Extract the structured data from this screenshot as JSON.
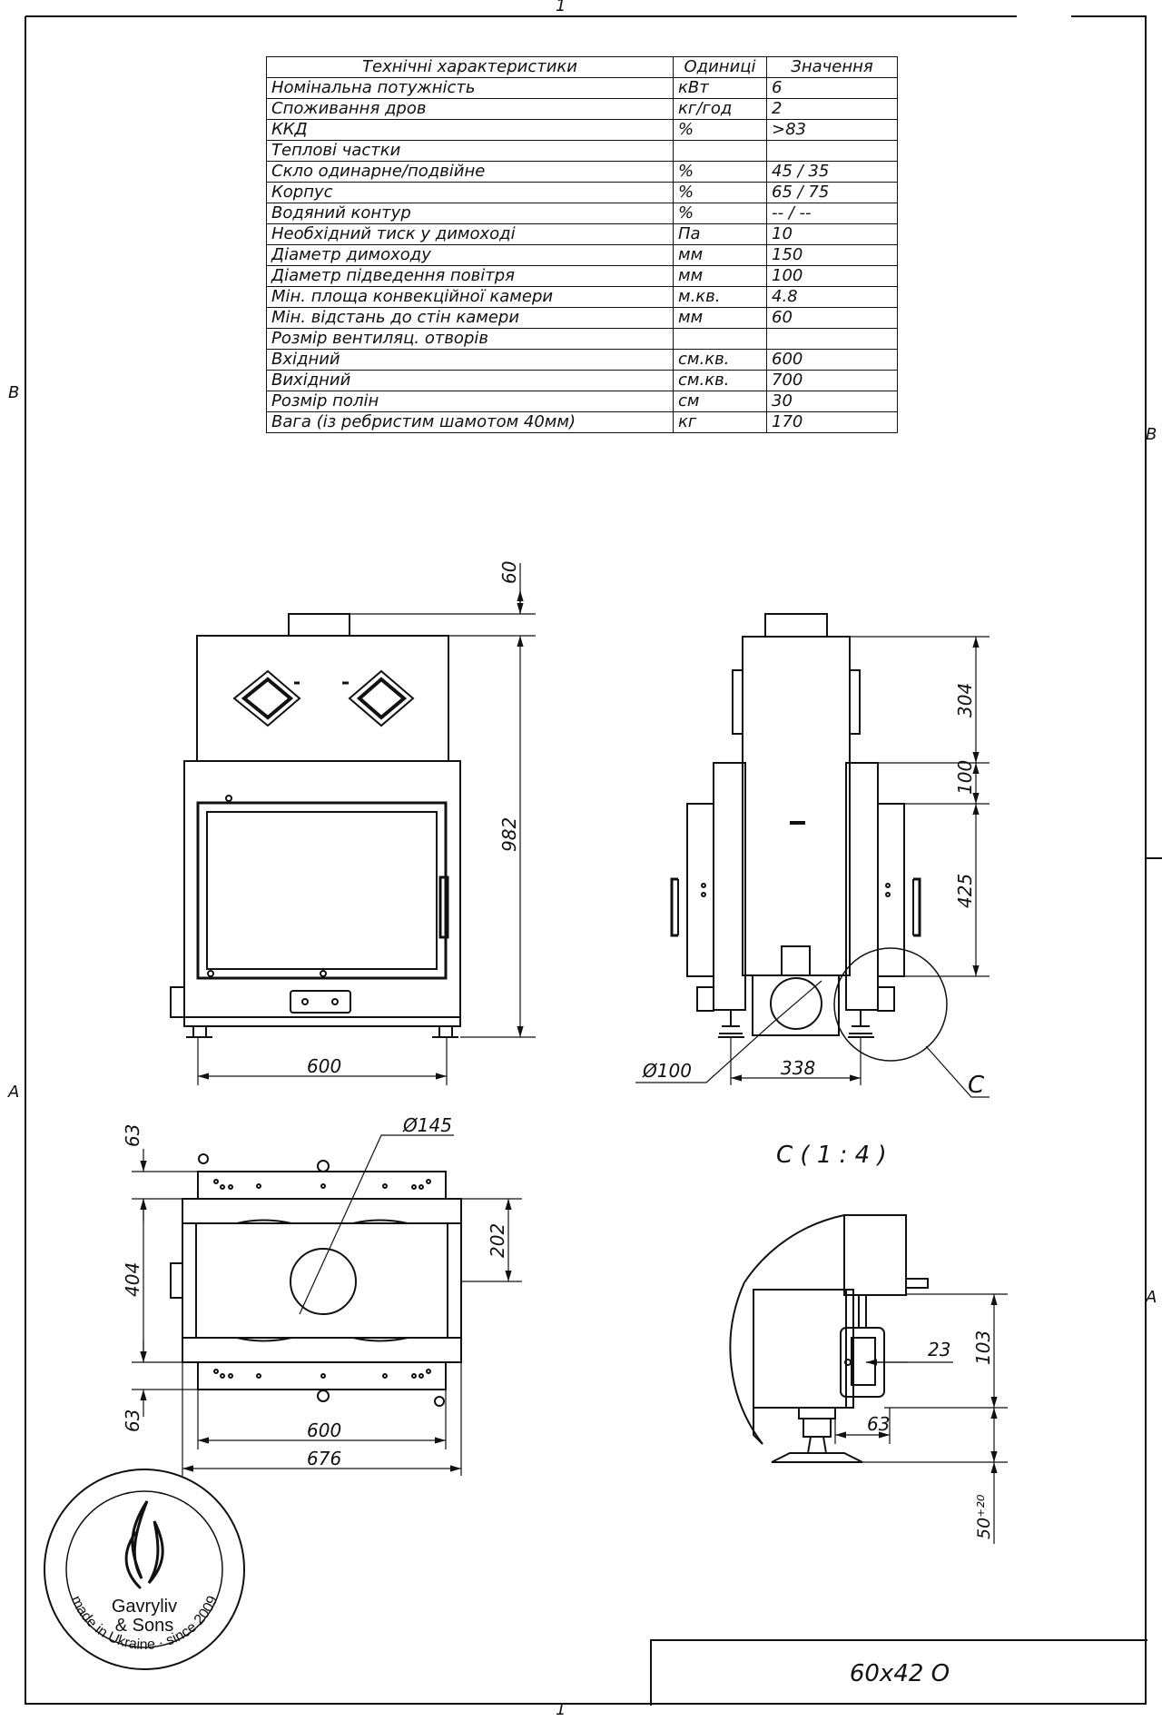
{
  "frame": {
    "zone_top": "1",
    "zone_bottom": "1",
    "zone_left_b": "B",
    "zone_left_a": "A",
    "zone_right_b": "B",
    "zone_right_a": "A"
  },
  "spec_table": {
    "headers": [
      "Технічні характеристики",
      "Одиниці",
      "Значення"
    ],
    "rows": [
      [
        "Номінальна потужність",
        "кВт",
        "6"
      ],
      [
        "Споживання дров",
        "кг/год",
        "2"
      ],
      [
        "ККД",
        "%",
        ">83"
      ],
      [
        "Теплові частки",
        "",
        ""
      ],
      [
        "Скло одинарне/подвійне",
        "%",
        "45 / 35"
      ],
      [
        "Корпус",
        "%",
        "65 / 75"
      ],
      [
        "Водяний контур",
        "%",
        "-- / --"
      ],
      [
        "Необхідний тиск у димоході",
        "Па",
        "10"
      ],
      [
        "Діаметр димоходу",
        "мм",
        "150"
      ],
      [
        "Діаметр підведення повітря",
        "мм",
        "100"
      ],
      [
        "Мін. площа конвекційної камери",
        "м.кв.",
        "4.8"
      ],
      [
        "Мін. відстань до стін камери",
        "мм",
        "60"
      ],
      [
        "Розмір вентиляц. отворів",
        "",
        ""
      ],
      [
        "Вхідний",
        "см.кв.",
        "600"
      ],
      [
        "Вихідний",
        "см.кв.",
        "700"
      ],
      [
        "Розмір полін",
        "см",
        "30"
      ],
      [
        "Вага (із ребристим шамотом 40мм)",
        "кг",
        "170"
      ]
    ]
  },
  "dimensions": {
    "front_top_offset": "60",
    "front_height": "982",
    "front_width": "600",
    "side_dim_1": "304",
    "side_dim_2": "100",
    "side_dim_3": "425",
    "air_inlet_diameter": "Ø100",
    "side_width": "338",
    "detail_callout": "C",
    "top_flue_diameter": "Ø145",
    "top_offset_upper": "63",
    "top_depth": "404",
    "top_half_depth": "202",
    "top_offset_lower": "63",
    "top_width_inner": "600",
    "top_width_outer": "676",
    "detail_title": "C ( 1 : 4 )",
    "detail_dim_23": "23",
    "detail_dim_103": "103",
    "detail_dim_63": "63",
    "detail_dim_leg": "50⁺²⁰"
  },
  "logo": {
    "brand_line1": "Gavryliv",
    "brand_line2": "& Sons",
    "ring_text": "made in Ukraine · since 2009"
  },
  "title_block": {
    "model": "60x42 O"
  }
}
